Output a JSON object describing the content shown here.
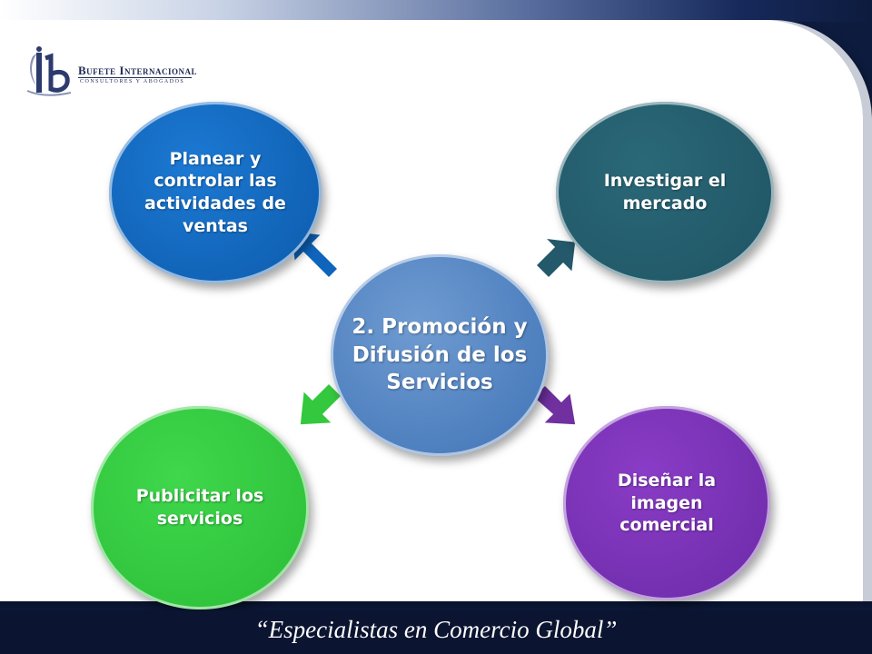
{
  "logo": {
    "name": "Bufete Internacional",
    "tagline": "CONSULTORES Y ABOGADOS"
  },
  "diagram": {
    "center": "2. Promoción y Difusión de los Servicios",
    "nodes": {
      "top_left": "Planear y controlar las actividades de ventas",
      "top_right": "Investigar el mercado",
      "bottom_left": "Publicitar los servicios",
      "bottom_right": "Diseñar la imagen comercial"
    },
    "colors": {
      "center": "#4f81c4",
      "top_left": "#0f64bc",
      "top_right": "#23596a",
      "bottom_left": "#33c83d",
      "bottom_right": "#7030a0"
    }
  },
  "footer": {
    "slogan": "“Especialistas en Comercio Global”"
  }
}
